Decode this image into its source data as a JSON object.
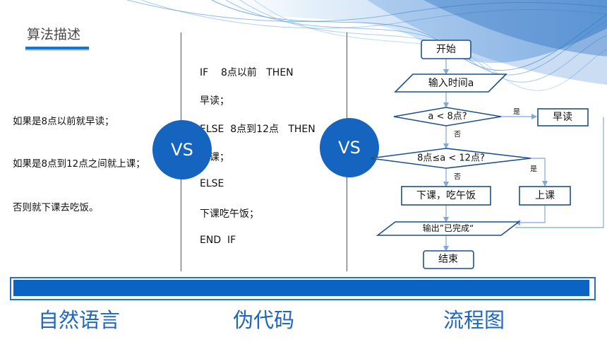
{
  "header": {
    "title": "算法描述"
  },
  "natural_language": {
    "lines": [
      "如果是8点以前就早读；",
      "如果是8点到12点之间就上课；",
      "否则就下课去吃饭。"
    ],
    "caption": "自然语言"
  },
  "pseudocode": {
    "lines": [
      "IF    8点以前   THEN",
      "早读；",
      "ELSE  8点到12点   THEN",
      "上课；",
      "ELSE",
      "下课吃午饭；",
      "END  IF"
    ],
    "caption": "伪代码"
  },
  "vs_badges": [
    "VS",
    "VS"
  ],
  "flowchart": {
    "caption": "流程图",
    "start": "开始",
    "input": "输入时间a",
    "decision1": "a < 8点?",
    "decision2": "8点≤a < 12点?",
    "yes1": "是",
    "no1": "否",
    "yes2": "是",
    "no2": "否",
    "action_early": "早读",
    "action_class": "上课",
    "action_lunch": "下课，吃午饭",
    "output": "输出”已完成“",
    "end": "结束"
  },
  "colors": {
    "accent": "#1565c0",
    "bar": "#0b63c4",
    "caption": "#1f66c1",
    "flow_stroke": "#1e4f8a",
    "connector": "#7fa8d6"
  }
}
